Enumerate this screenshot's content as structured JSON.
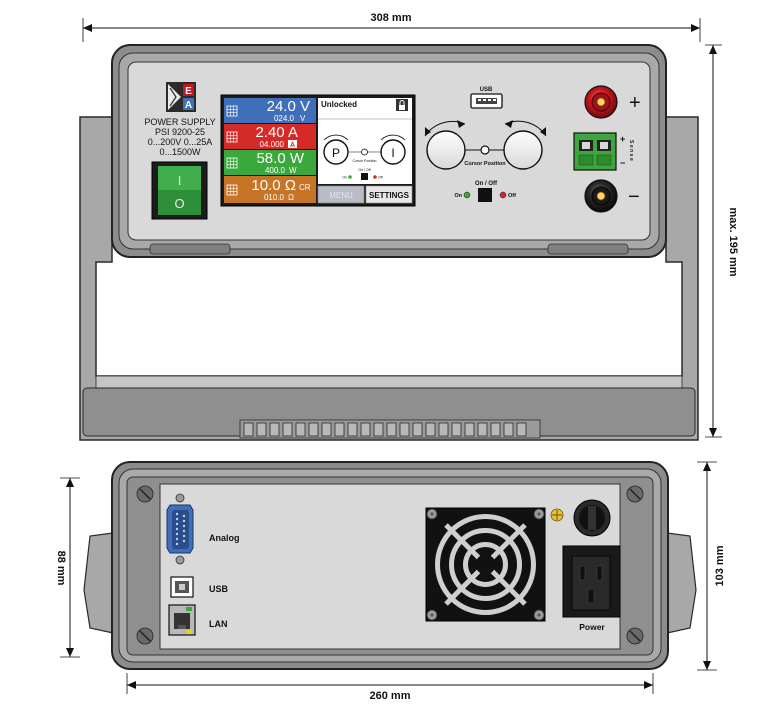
{
  "dimensions": {
    "front_width": "308 mm",
    "front_height": "max. 195 mm",
    "rear_width": "260 mm",
    "rear_height_inner": "88 mm",
    "rear_height_outer": "103 mm"
  },
  "front_panel": {
    "brand_letters": [
      "E",
      "A"
    ],
    "model": {
      "line1": "POWER SUPPLY",
      "line2": "PSI 9200-25",
      "line3": "0...200V 0...25A",
      "line4": "0...1500W"
    },
    "power_switch": {
      "on_mark": "I",
      "off_mark": "O"
    },
    "display": {
      "voltage": {
        "actual": "24.0 V",
        "set": "024.0",
        "unit": "V"
      },
      "current": {
        "actual": "2.40 A",
        "set": "04.000",
        "unit": "A"
      },
      "power": {
        "actual": "58.0 W",
        "set": "400.0",
        "unit": "W"
      },
      "resistance": {
        "actual": "10.0 Ω",
        "mode": "CR",
        "set": "010.0",
        "unit": "Ω"
      },
      "status": "Unlocked",
      "knob_left": "P",
      "knob_right": "I",
      "cursor_label": "Cursor Position",
      "onoff_label": "On / Off",
      "on_label": "On",
      "off_label": "Off",
      "menu_button": "MENU",
      "settings_button": "SETTINGS"
    },
    "usb_label": "USB",
    "cursor_position_label": "Cursor Position",
    "onoff_label": "On / Off",
    "on_label": "On",
    "off_label": "Off",
    "sense_label": "Sense",
    "plus_sign": "+",
    "minus_sign": "−",
    "colors": {
      "voltage": "#3f6fb8",
      "current": "#d42a28",
      "power": "#3aa83a",
      "resistance": "#c77427",
      "switch": "#2e8f3a",
      "socket_red": "#c8161d",
      "terminal_green": "#3fa53f"
    }
  },
  "rear_panel": {
    "analog_label": "Analog",
    "usb_label": "USB",
    "lan_label": "LAN",
    "power_label": "Power"
  }
}
